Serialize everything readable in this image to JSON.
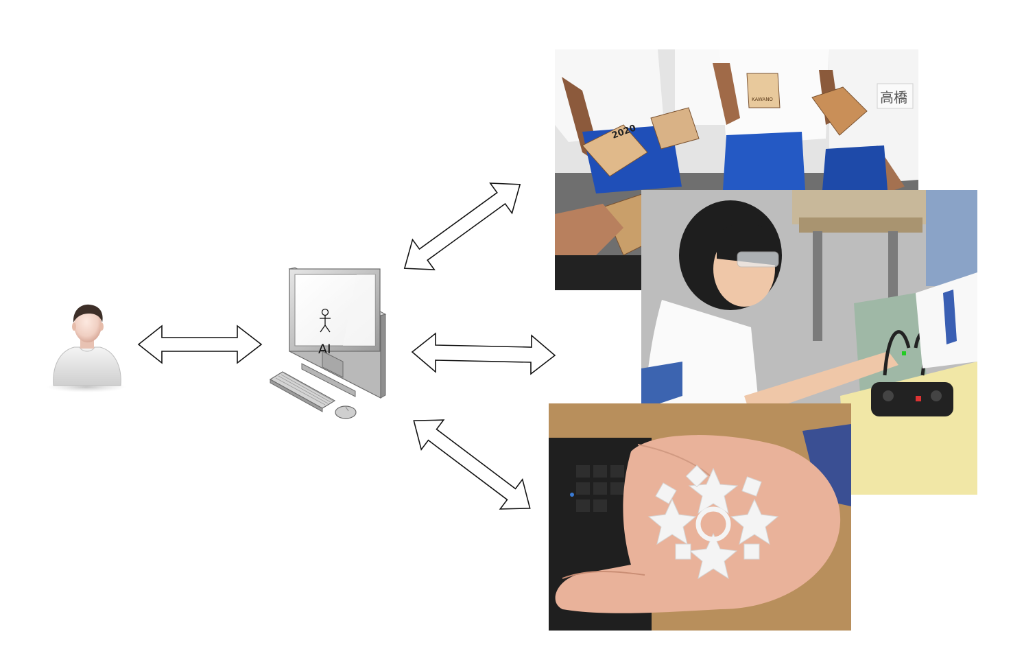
{
  "computer": {
    "screen_label": "AI",
    "actor_icon": "stick-figure-icon"
  },
  "user": {
    "icon": "user-avatar-icon"
  },
  "photos": [
    {
      "name": "photo-laser-cut-boxes",
      "kind": "photograph",
      "palette": [
        "#ffffff",
        "#1f4fb8",
        "#c99f6a",
        "#e0b98a",
        "#4a4a4a"
      ]
    },
    {
      "name": "photo-student-drone",
      "kind": "photograph",
      "palette": [
        "#ffffff",
        "#f1e7a6",
        "#9fb8a6",
        "#222222",
        "#3c64b0"
      ]
    },
    {
      "name": "photo-3d-printed-stars",
      "kind": "photograph",
      "palette": [
        "#e9b29a",
        "#f4f4f4",
        "#2a2a2a",
        "#b48a55",
        "#3a4f93"
      ]
    }
  ],
  "photo_text": {
    "name_tag": "高橋",
    "box_year": "2020",
    "box_name": "KAWANO"
  }
}
